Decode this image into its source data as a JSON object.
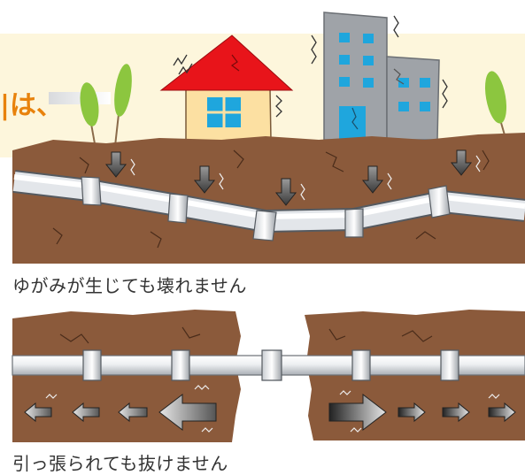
{
  "banner": {
    "text": "は、",
    "prefix": "|"
  },
  "captions": {
    "top": "ゆがみが生じても壊れません",
    "bottom": "引っ張られても抜けません"
  },
  "colors": {
    "sky": "#fdf6dc",
    "soil": "#8b5a3b",
    "crack": "#4a2c1a",
    "pipe": "#e3e6ea",
    "roof": "#e8141a",
    "house_wall": "#fce0a2",
    "window": "#1fa6dd",
    "building": "#9fa3a8",
    "tree": "#8cc63f",
    "text": "#333333",
    "accent": "#e8820c"
  },
  "icons": [
    "house-icon",
    "building-icon",
    "tree-icon",
    "down-arrow-icon",
    "left-arrow-icon",
    "right-arrow-icon",
    "shake-mark-icon"
  ]
}
